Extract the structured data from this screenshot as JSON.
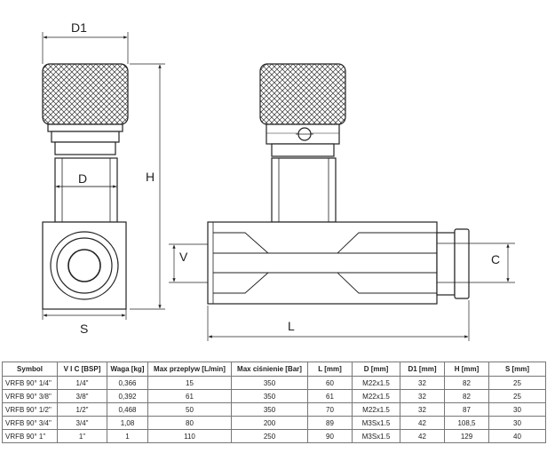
{
  "dimension_labels": {
    "d1": "D1",
    "d": "D",
    "h": "H",
    "v": "V",
    "s": "S",
    "l": "L",
    "c": "C"
  },
  "table": {
    "headers": [
      "Symbol",
      "V I C [BSP]",
      "Waga [kg]",
      "Max przeplyw [L/min]",
      "Max ciśnienie [Bar]",
      "L [mm]",
      "D [mm]",
      "D1 [mm]",
      "H [mm]",
      "S [mm]"
    ],
    "rows": [
      [
        "VRFB 90° 1/4\"",
        "1/4\"",
        "0,366",
        "15",
        "350",
        "60",
        "M22x1.5",
        "32",
        "82",
        "25"
      ],
      [
        "VRFB 90° 3/8\"",
        "3/8\"",
        "0,392",
        "61",
        "350",
        "61",
        "M22x1.5",
        "32",
        "82",
        "25"
      ],
      [
        "VRFB 90° 1/2\"",
        "1/2\"",
        "0,468",
        "50",
        "350",
        "70",
        "M22x1.5",
        "32",
        "87",
        "30"
      ],
      [
        "VRFB 90° 3/4\"",
        "3/4\"",
        "1,08",
        "80",
        "200",
        "89",
        "M3Sx1.5",
        "42",
        "108,5",
        "30"
      ],
      [
        "VRFB 90° 1\"",
        "1\"",
        "1",
        "110",
        "250",
        "90",
        "M3Sx1.5",
        "42",
        "129",
        "40"
      ]
    ]
  }
}
